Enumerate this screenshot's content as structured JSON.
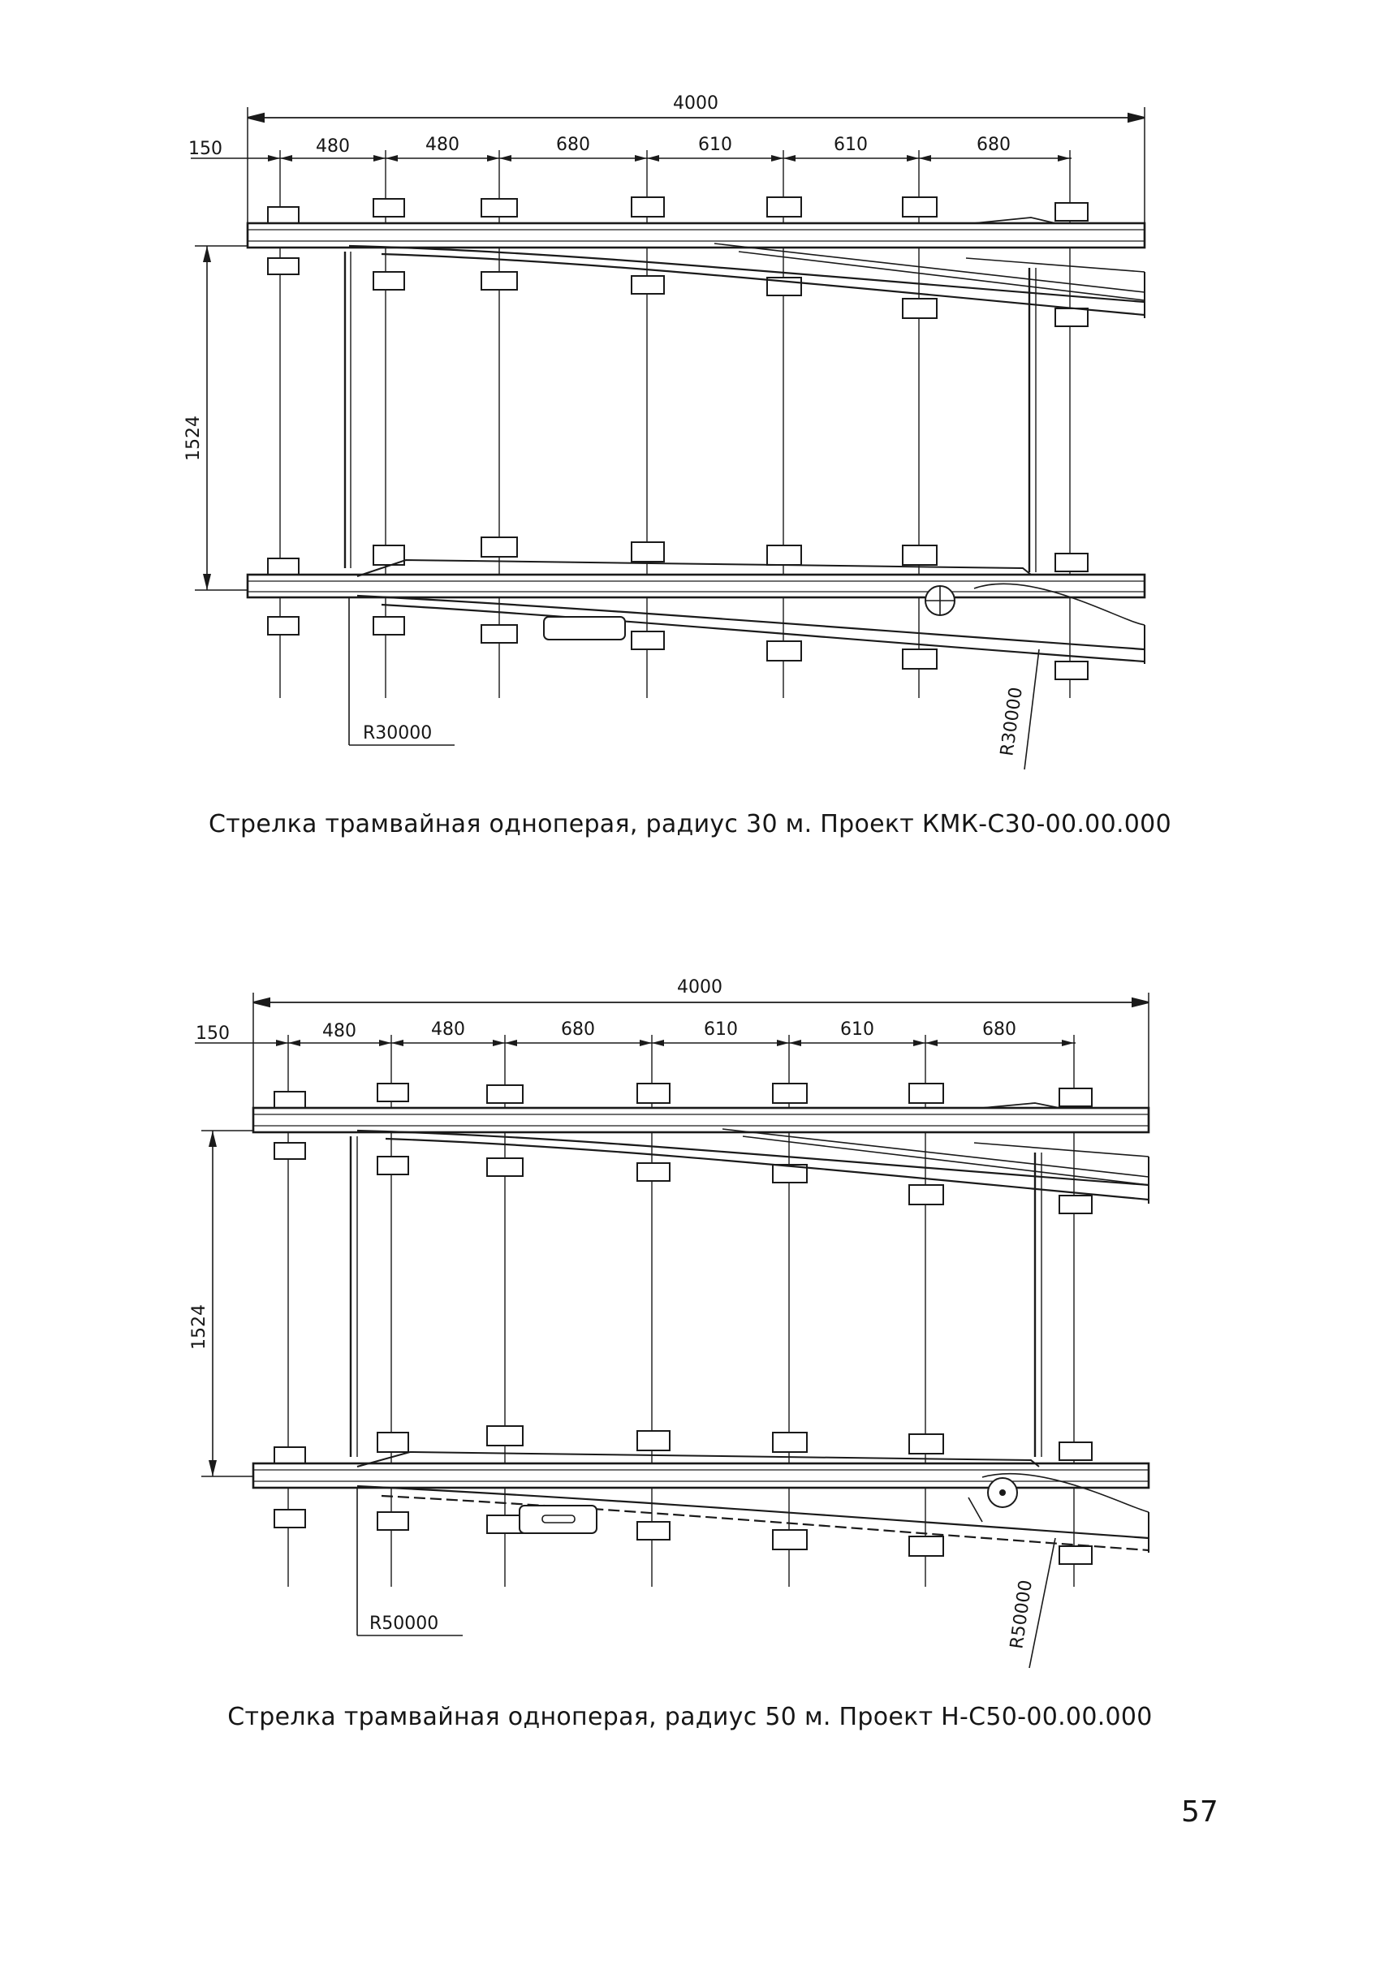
{
  "drawings": [
    {
      "total_length": "4000",
      "offset_label": "150",
      "spacings": [
        "480",
        "480",
        "680",
        "610",
        "610",
        "680"
      ],
      "gauge": "1524",
      "radius_left": "R30000",
      "radius_right": "R30000",
      "caption": "Стрелка трамвайная одноперая, радиус 30 м. Проект КМК-С30-00.00.000"
    },
    {
      "total_length": "4000",
      "offset_label": "150",
      "spacings": [
        "480",
        "480",
        "680",
        "610",
        "610",
        "680"
      ],
      "gauge": "1524",
      "radius_left": "R50000",
      "radius_right": "R50000",
      "caption": "Стрелка трамвайная одноперая, радиус 50 м. Проект Н-С50-00.00.000"
    }
  ],
  "page_number": "57"
}
